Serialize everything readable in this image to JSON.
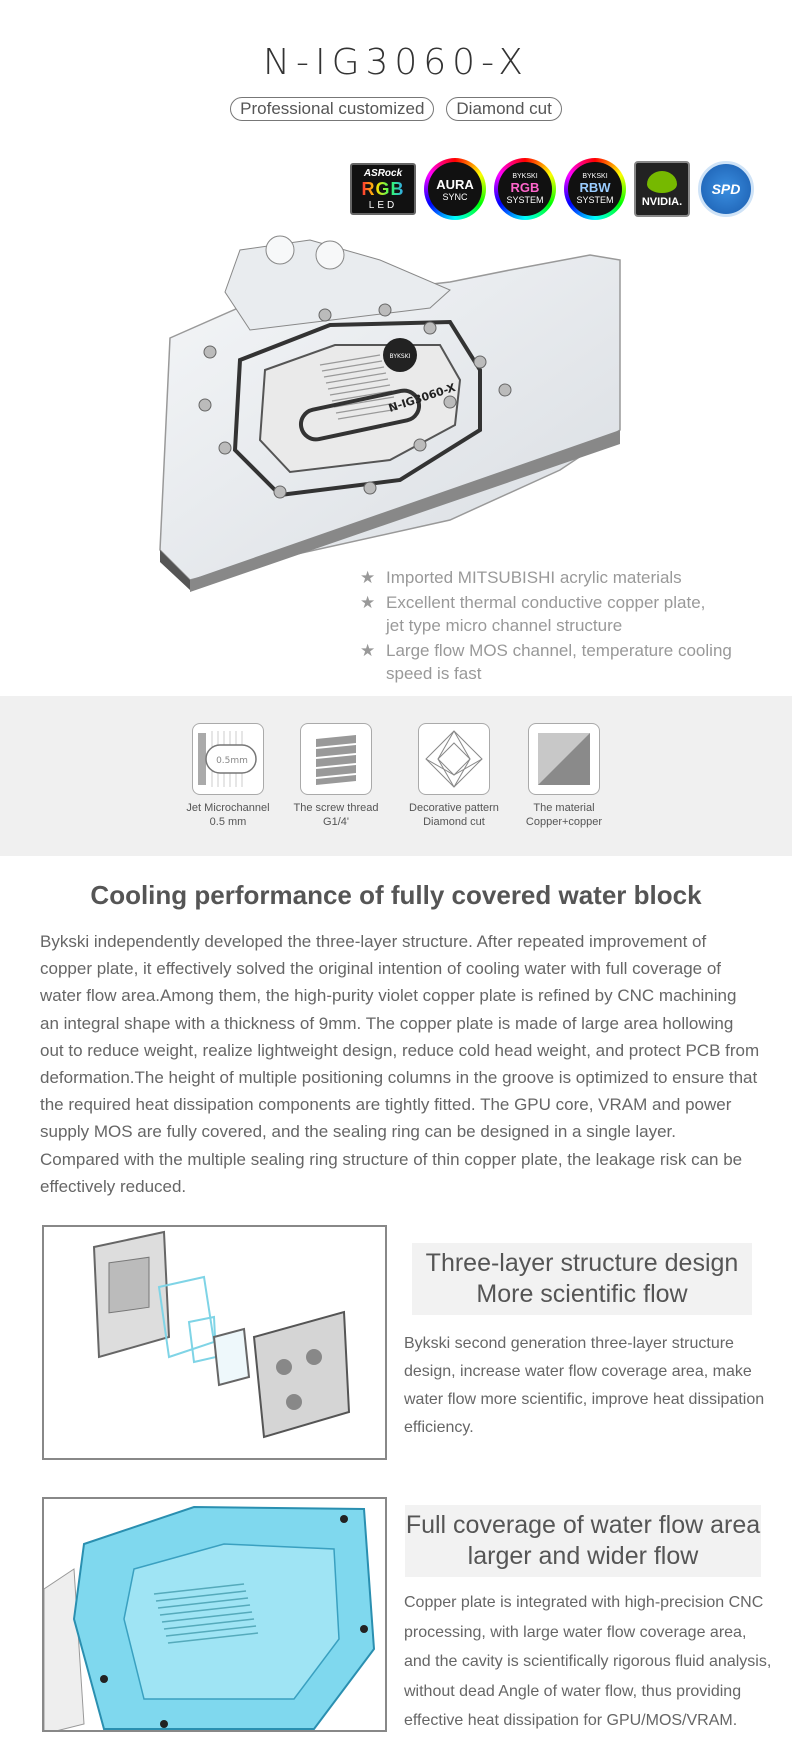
{
  "header": {
    "title": "N-IG3060-X",
    "pills": [
      "Professional customized",
      "Diamond cut"
    ]
  },
  "logos": {
    "asrock": {
      "brand": "ASRock",
      "big": "RGB",
      "small": "LED"
    },
    "aura": {
      "big": "AURA",
      "small": "SYNC"
    },
    "bykski_rgb": {
      "top": "BYKSKI",
      "big": "RGB",
      "small": "SYSTEM"
    },
    "bykski_rbw": {
      "top": "BYKSKI",
      "big": "RBW",
      "small": "SYSTEM"
    },
    "nvidia": {
      "label": "NVIDIA."
    },
    "spd": {
      "label": "SPD"
    }
  },
  "product": {
    "block_label": "N-IG3060-X",
    "badge": "BYKSKI"
  },
  "features": [
    {
      "star": "★",
      "text": "Imported MITSUBISHI acrylic materials"
    },
    {
      "star": "★",
      "text": "Excellent thermal conductive copper plate,",
      "text2": "jet type micro channel structure"
    },
    {
      "star": "★",
      "text": "Large flow MOS channel, temperature cooling",
      "text2": "speed is fast"
    }
  ],
  "specs": [
    {
      "line1": "Jet Microchannel",
      "line2": "0.5 mm",
      "icon": "microchannel-icon",
      "icon_text": "0.5mm"
    },
    {
      "line1": "The screw thread",
      "line2": "G1/4'",
      "icon": "screw-thread-icon"
    },
    {
      "line1": "Decorative pattern",
      "line2": "Diamond cut",
      "icon": "diamond-icon"
    },
    {
      "line1": "The material",
      "line2": "Copper+copper",
      "icon": "material-icon"
    }
  ],
  "section": {
    "heading": "Cooling performance of fully covered water block",
    "paragraph": "Bykski independently developed the three-layer structure. After repeated improvement of copper plate, it effectively solved the original intention of cooling water with full coverage of water flow area.Among them, the high-purity violet copper plate is refined by CNC machining an integral shape with a thickness of 9mm. The copper plate is made of large area hollowing out to reduce weight, realize lightweight design, reduce cold head weight, and protect PCB from deformation.The height of multiple positioning columns in the groove is optimized to ensure that the required heat dissipation components are tightly fitted. The GPU core, VRAM and power supply MOS are fully covered, and the sealing ring can be designed in a single layer. Compared with the multiple sealing ring structure of thin copper plate, the leakage risk can be effectively reduced."
  },
  "feature1": {
    "title_line1": "Three-layer structure design",
    "title_line2": "More scientific flow",
    "text": "Bykski second generation three-layer structure design, increase water flow coverage area, make water flow more scientific, improve heat dissipation efficiency."
  },
  "feature2": {
    "title_line1": "Full coverage of water flow area",
    "title_line2": "larger and wider flow",
    "text": "Copper plate is integrated with high-precision CNC processing, with large water flow coverage area, and the cavity is scientifically rigorous fluid analysis, without dead Angle of water flow, thus providing effective heat dissipation for GPU/MOS/VRAM."
  }
}
